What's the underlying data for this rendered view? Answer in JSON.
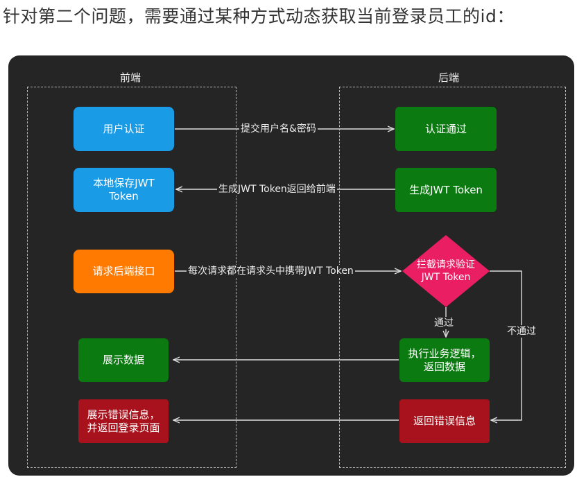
{
  "heading": "针对第二个问题，需要通过某种方式动态获取当前登录员工的id：",
  "lanes": {
    "frontend": "前端",
    "backend": "后端"
  },
  "nodes": {
    "user_auth": "用户认证",
    "auth_pass": "认证通过",
    "save_token": "本地保存JWT\nToken",
    "gen_token": "生成JWT Token",
    "request_api": "请求后端接口",
    "intercept": "拦截请求验证\nJWT Token",
    "show_data": "展示数据",
    "exec_logic": "执行业务逻辑，\n返回数据",
    "show_error": "展示错误信息，\n并返回登录页面",
    "return_error": "返回错误信息"
  },
  "edges": {
    "submit": "提交用户名&密码",
    "return_token": "生成JWT Token返回给前端",
    "carry_token": "每次请求都在请求头中携带JWT Token",
    "pass": "通过",
    "fail": "不通过"
  },
  "colors": {
    "blue": "#1a9be6",
    "green": "#0b7a10",
    "orange": "#ff7a00",
    "red": "#a8121c",
    "pink": "#e91e63",
    "background": "#252525"
  }
}
